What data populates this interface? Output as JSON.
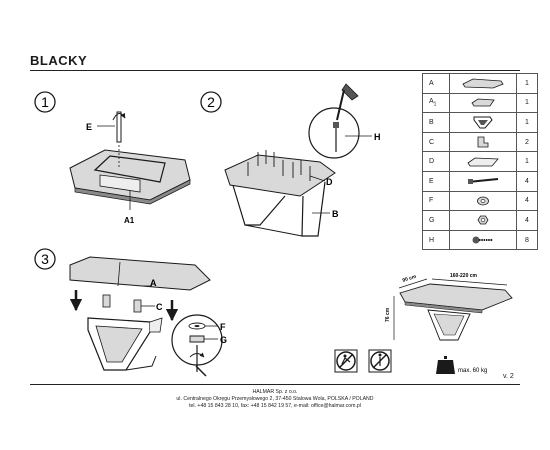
{
  "title": "BLACKY",
  "steps": [
    "1",
    "2",
    "3"
  ],
  "callouts": {
    "step1": [
      "E",
      "A1"
    ],
    "step2": [
      "H",
      "D",
      "B"
    ],
    "step3": [
      "A",
      "C",
      "F",
      "G"
    ]
  },
  "parts": [
    {
      "label": "A",
      "sub": "",
      "qty": "1",
      "icon": "tabletop-icon"
    },
    {
      "label": "A",
      "sub": "1",
      "qty": "1",
      "icon": "extension-leaf-icon"
    },
    {
      "label": "B",
      "sub": "",
      "qty": "1",
      "icon": "base-frame-icon"
    },
    {
      "label": "C",
      "sub": "",
      "qty": "2",
      "icon": "bracket-icon"
    },
    {
      "label": "D",
      "sub": "",
      "qty": "1",
      "icon": "mounting-plate-icon"
    },
    {
      "label": "E",
      "sub": "",
      "qty": "4",
      "icon": "long-bolt-icon"
    },
    {
      "label": "F",
      "sub": "",
      "qty": "4",
      "icon": "washer-icon"
    },
    {
      "label": "G",
      "sub": "",
      "qty": "4",
      "icon": "nut-icon"
    },
    {
      "label": "H",
      "sub": "",
      "qty": "8",
      "icon": "screw-icon"
    }
  ],
  "dimensions": {
    "depth": "90 cm",
    "length": "160-220 cm",
    "height": "76 cm"
  },
  "max_load": "max. 60 kg",
  "version": "v. 2",
  "footer": [
    "HALMAR Sp. z o.o.",
    "ul. Centralnego Okręgu Przemysłowego 2, 37-450 Stalowa Wola, POLSKA / POLAND",
    "tel. +48 15 843 28 10, fax: +48 15 842 19 57, e-mail: office@halmar.com.pl"
  ],
  "colors": {
    "line": "#1a1a1a",
    "fill": "#d9d9d9",
    "dark": "#555555"
  }
}
